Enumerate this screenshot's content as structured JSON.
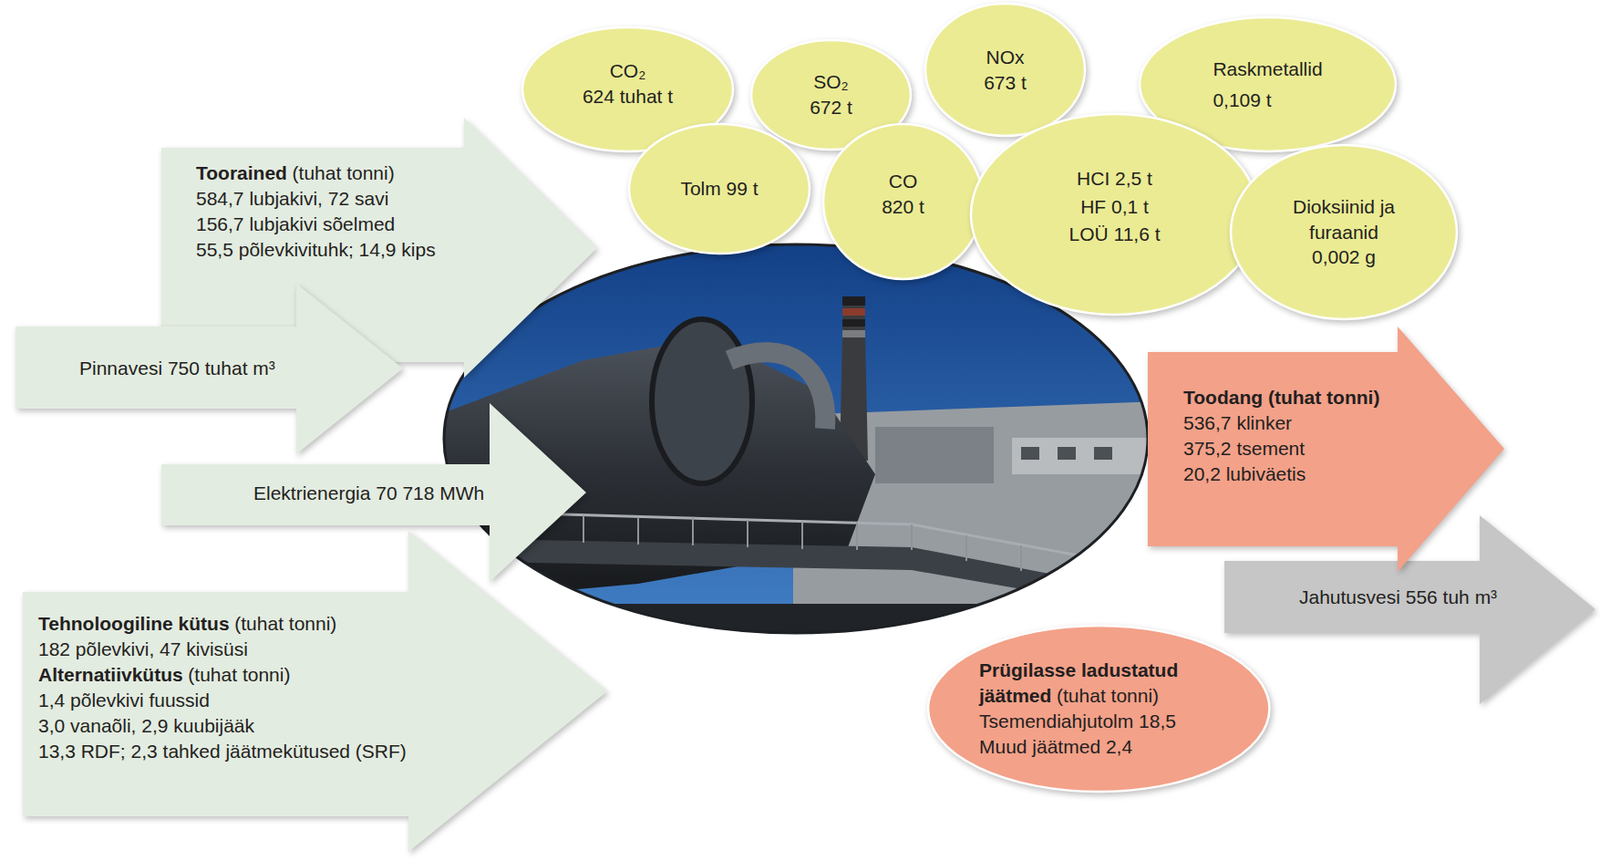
{
  "diagram": {
    "nodes": [
      {
        "text": [
          "CO₂",
          "624 tuhat t"
        ]
      },
      {
        "text": [
          "SO₂",
          "672 t"
        ]
      },
      {
        "text": [
          "NOx",
          "673 t"
        ]
      },
      {
        "text": [
          "Raskmetallid",
          "0,109 t"
        ]
      },
      {
        "text": [
          "Tolm 99 t"
        ]
      },
      {
        "text": [
          "CO",
          "820 t"
        ]
      },
      {
        "text": [
          "HCI 2,5 t",
          "HF 0,1 t",
          "LOÜ 11,6 t"
        ]
      },
      {
        "text": [
          "Dioksiinid ja furaanid",
          "0,002 g"
        ]
      },
      {
        "text": [
          "Toorained",
          "(tuhat tonni)",
          "584,7 lubjakivi, 72 savi",
          "156,7 lubjakivi sõelmed",
          "55,5 põlevkivituhk; 14,9 kips"
        ]
      },
      {
        "text": [
          "Pinnavesi 750 tuhat m³"
        ]
      },
      {
        "text": [
          "Elektrienergia 70 718 MWh"
        ]
      },
      {
        "text": [
          "Tehnoloogiline kütus",
          "(tuhat tonni)",
          "182 põlevkivi, 47 kivisüsi",
          "Alternatiivkütus",
          "(tuhat tonni)",
          "1,4 põlevkivi fuussid",
          "3,0 vanaõli, 2,9 kuubijääk",
          "13,3 RDF; 2,3 tahked jäätmekütused (SRF)"
        ]
      },
      {
        "text": [
          "Toodang (tuhat tonni)",
          "536,7 klinker",
          "375,2 tsement",
          "20,2 lubiväetis"
        ]
      },
      {
        "text": [
          "Jahutusvesi 556 tuh m³"
        ]
      },
      {
        "text": [
          "Prügilasse ladustatud jäätmed",
          "(tuhat tonni)",
          "Tsemendiahjutolm 18,5",
          "Muud jäätmed 2,4"
        ]
      }
    ]
  }
}
